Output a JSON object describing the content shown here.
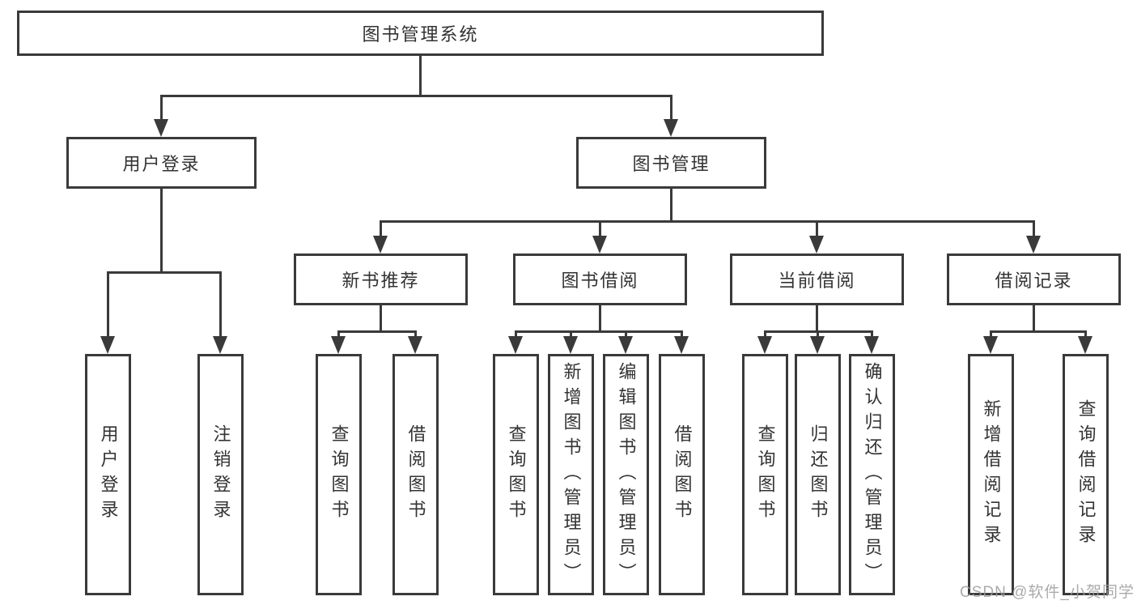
{
  "colors": {
    "line": "#3a3a3a",
    "box_border": "#3a3a3a",
    "text": "#333333",
    "background": "#ffffff",
    "watermark_gray": "#9c9c9c"
  },
  "watermark": {
    "text": "CSDN @软件_小贺同学"
  },
  "tree": {
    "label": "图书管理系统",
    "children": [
      {
        "label": "用户登录",
        "children": [
          {
            "label": "用户登录"
          },
          {
            "label": "注销登录"
          }
        ]
      },
      {
        "label": "图书管理",
        "children": [
          {
            "label": "新书推荐",
            "children": [
              {
                "label": "查询图书"
              },
              {
                "label": "借阅图书"
              }
            ]
          },
          {
            "label": "图书借阅",
            "children": [
              {
                "label": "查询图书"
              },
              {
                "label": "新增图书（管理员）"
              },
              {
                "label": "编辑图书（管理员）"
              },
              {
                "label": "借阅图书"
              }
            ]
          },
          {
            "label": "当前借阅",
            "children": [
              {
                "label": "查询图书"
              },
              {
                "label": "归还图书"
              },
              {
                "label": "确认归还（管理员）"
              }
            ]
          },
          {
            "label": "借阅记录",
            "children": [
              {
                "label": "新增借阅记录"
              },
              {
                "label": "查询借阅记录"
              }
            ]
          }
        ]
      }
    ]
  }
}
